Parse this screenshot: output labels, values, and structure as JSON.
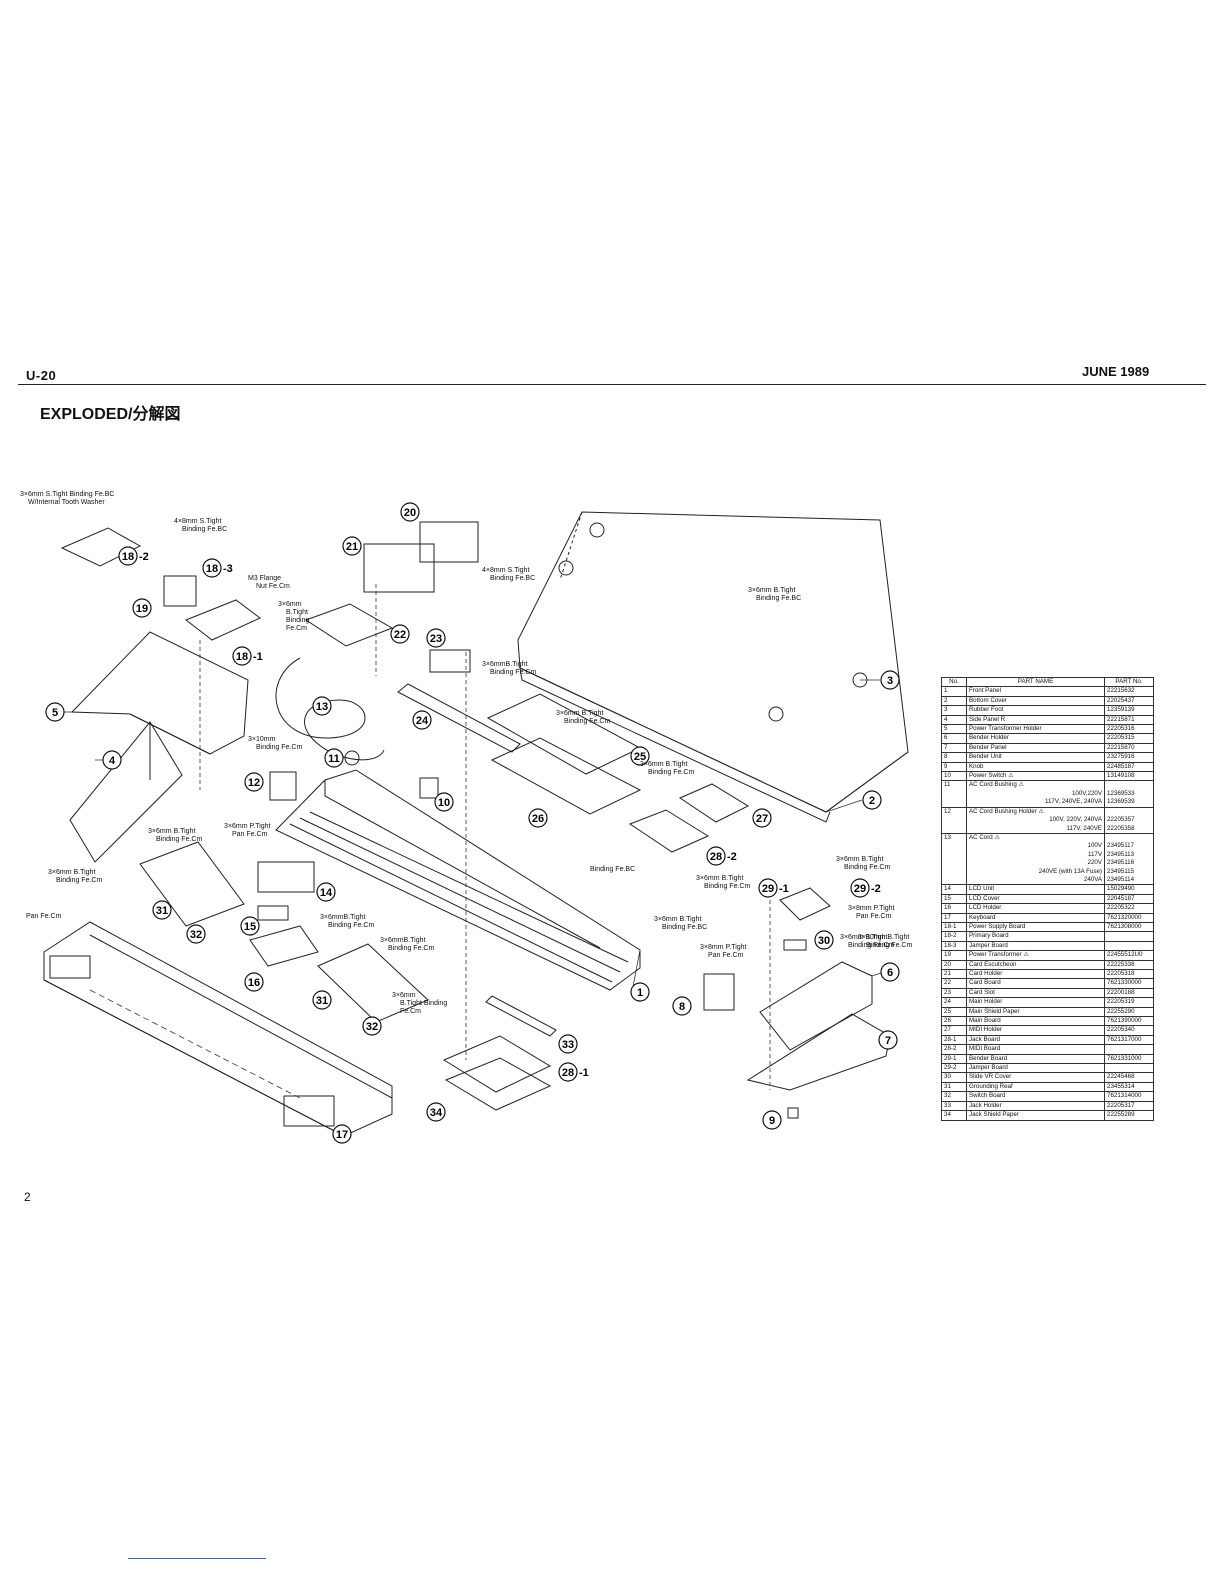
{
  "header": {
    "model": "U-20",
    "date": "JUNE 1989",
    "title": "EXPLODED/分解図",
    "page_number": "2"
  },
  "callouts": [
    "1",
    "2",
    "3",
    "4",
    "5",
    "6",
    "7",
    "8",
    "9",
    "10",
    "11",
    "12",
    "13",
    "14",
    "15",
    "16",
    "17",
    "18-1",
    "18-2",
    "18-3",
    "19",
    "20",
    "21",
    "22",
    "23",
    "24",
    "25",
    "26",
    "27",
    "28-1",
    "28-2",
    "29-1",
    "29-2",
    "30",
    "31",
    "31",
    "32",
    "32",
    "33",
    "34"
  ],
  "notes": [
    [
      "3×6mm S.Tight Binding Fe.BC",
      "W/Internal Tooth Washer"
    ],
    [
      "4×8mm S.Tight",
      "Binding Fe.BC"
    ],
    [
      "M3 Flange",
      "Nut Fe.Cm"
    ],
    [
      "3×6mm",
      "B.Tight",
      "Binding",
      "Fe.Cm"
    ],
    [
      "3×10mm",
      "Binding Fe.Cm"
    ],
    [
      "4×8mm S.Tight",
      "Binding Fe.BC"
    ],
    [
      "3×6mm B.Tight",
      "Binding Fe.BC"
    ],
    [
      "3×6mmB.Tight",
      "Binding Fe.Cm"
    ],
    [
      "3×6mm B.Tight",
      "Binding Fe.Cm"
    ],
    [
      "3×6mm B.Tight",
      "Binding Fe.Cm"
    ],
    [
      "3×6mm B.Tight",
      "Binding Fe.Cm"
    ],
    [
      "3×6mm B.Tight",
      "Binding Fe.Cm"
    ],
    [
      "3×6mm P.Tight",
      "Pan Fe.Cm"
    ],
    [
      "3×6mm B.Tight",
      "Binding Fe.Cm"
    ],
    [
      "Pan Fe.Cm"
    ],
    [
      "3×6mmB.Tight",
      "Binding Fe.Cm"
    ],
    [
      "3×6mmB.Tight",
      "Binding Fe.Cm"
    ],
    [
      "Binding Fe.BC"
    ],
    [
      "3×6mm B.Tight",
      "Binding Fe.BC"
    ],
    [
      "3×8mm P.Tight",
      "Pan Fe.Cm"
    ],
    [
      "3×6mm",
      "B.Tight Binding",
      "Fe.Cm"
    ],
    [
      "3×6mm B.Tight",
      "Binding Fe.Cm"
    ],
    [
      "3×6mm B.Tight",
      "Binding Fe.Cm"
    ],
    [
      "3×8mm P.Tight",
      "Pan Fe.Cm"
    ],
    [
      "3×10mm B.Tight",
      "Binding Fe.Cm"
    ]
  ],
  "parts_table": {
    "headers": [
      "No.",
      "PART NAME",
      "PART No."
    ],
    "rows": [
      {
        "no": "1",
        "name": "Front Panel",
        "sub": [],
        "part": "22215632"
      },
      {
        "no": "2",
        "name": "Bottom Cover",
        "sub": [],
        "part": "22025437"
      },
      {
        "no": "3",
        "name": "Rubber Foot",
        "sub": [],
        "part": "12359139"
      },
      {
        "no": "4",
        "name": "Side Panel R",
        "sub": [],
        "part": "22215871"
      },
      {
        "no": "5",
        "name": "Power Transformer Holder",
        "sub": [],
        "part": "22205316"
      },
      {
        "no": "6",
        "name": "Bender Holder",
        "sub": [],
        "part": "22205315"
      },
      {
        "no": "7",
        "name": "Bender Panel",
        "sub": [],
        "part": "22215870"
      },
      {
        "no": "8",
        "name": "Bender Unit",
        "sub": [],
        "part": "23275916"
      },
      {
        "no": "9",
        "name": "Knob",
        "sub": [],
        "part": "22485187"
      },
      {
        "no": "10",
        "name": "Power Switch ⚠",
        "sub": [],
        "part": "13149108"
      },
      {
        "no": "11",
        "name": "AC Cord Bushing ⚠",
        "sub": [
          "",
          "100V,220V",
          "117V, 240VE, 240VA"
        ],
        "part": "\n12369533\n12369539"
      },
      {
        "no": "12",
        "name": "AC Cord Bushing Holder ⚠",
        "sub": [
          "",
          "100V, 220V, 240VA",
          "117V, 240VE"
        ],
        "part": "\n22205357\n22205358"
      },
      {
        "no": "13",
        "name": "AC Cord ⚠",
        "sub": [
          "",
          "100V",
          "117V",
          "220V",
          "240VE (with 13A Fuse)",
          "240VA"
        ],
        "part": "\n23495117\n23495113\n23495116\n23495115\n23495114"
      },
      {
        "no": "14",
        "name": "LCD Unit",
        "sub": [],
        "part": "15029490"
      },
      {
        "no": "15",
        "name": "LCD Cover",
        "sub": [],
        "part": "22045187"
      },
      {
        "no": "16",
        "name": "LCD Holder",
        "sub": [],
        "part": "22205322"
      },
      {
        "no": "17",
        "name": "Keyboard",
        "sub": [],
        "part": "7621320000"
      },
      {
        "no": "18-1",
        "name": "Power Supply Board",
        "sub": [],
        "part": "7621308000"
      },
      {
        "no": "18-2",
        "name": "Primary Board",
        "sub": [],
        "part": ""
      },
      {
        "no": "18-3",
        "name": "Jamper Board",
        "sub": [],
        "part": ""
      },
      {
        "no": "19",
        "name": "Power Transformer ⚠",
        "sub": [],
        "part": "22455512U0"
      },
      {
        "no": "20",
        "name": "Card Escutcheon",
        "sub": [],
        "part": "22225338"
      },
      {
        "no": "21",
        "name": "Card Holder",
        "sub": [],
        "part": "22205318"
      },
      {
        "no": "22",
        "name": "Card Board",
        "sub": [],
        "part": "7621330000"
      },
      {
        "no": "23",
        "name": "Card Slot",
        "sub": [],
        "part": "22200188"
      },
      {
        "no": "24",
        "name": "Main Holder",
        "sub": [],
        "part": "22205319"
      },
      {
        "no": "25",
        "name": "Main Shield Paper",
        "sub": [],
        "part": "22255290"
      },
      {
        "no": "26",
        "name": "Main Board",
        "sub": [],
        "part": "7621390000"
      },
      {
        "no": "27",
        "name": "MIDI Holder",
        "sub": [],
        "part": "22205340"
      },
      {
        "no": "28-1",
        "name": "Jack Board",
        "sub": [],
        "part": "7621317000"
      },
      {
        "no": "28-2",
        "name": "MIDI Board",
        "sub": [],
        "part": ""
      },
      {
        "no": "29-1",
        "name": "Bender Board",
        "sub": [],
        "part": "7621331000"
      },
      {
        "no": "29-2",
        "name": "Jamper Board",
        "sub": [],
        "part": ""
      },
      {
        "no": "30",
        "name": "Slide VR Cover",
        "sub": [],
        "part": "22245468"
      },
      {
        "no": "31",
        "name": "Grounding Reaf",
        "sub": [],
        "part": "23455314"
      },
      {
        "no": "32",
        "name": "Switch Board",
        "sub": [],
        "part": "7621314000"
      },
      {
        "no": "33",
        "name": "Jack Holder",
        "sub": [],
        "part": "22205317"
      },
      {
        "no": "34",
        "name": "Jack Shield Paper",
        "sub": [],
        "part": "22255289"
      }
    ]
  }
}
